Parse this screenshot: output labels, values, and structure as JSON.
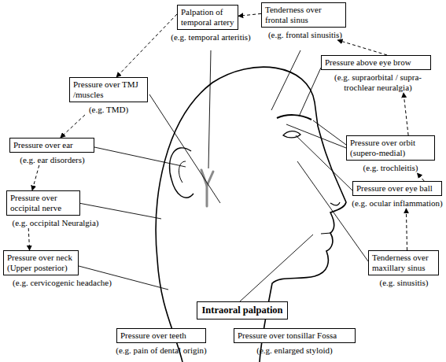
{
  "diagram": {
    "nodes": [
      {
        "text": [
          "Palpation of temporal artery",
          "(e.g. temporal arteritis)"
        ]
      },
      {
        "text": [
          "Tenderness over frontal sinus",
          "(e.g. frontal sinusitis)"
        ]
      },
      {
        "text": [
          "Pressure above eye brow",
          "(e.g. supraorbital / supra-trochlear neuralgia)"
        ]
      },
      {
        "text": [
          "Pressure over TMJ /muscles",
          "(e.g. TMD)"
        ]
      },
      {
        "text": [
          "Pressure over orbit (supero-medial)",
          "(e.g. trochleitis)"
        ]
      },
      {
        "text": [
          "Pressure over ear",
          "(e.g. ear disorders)"
        ]
      },
      {
        "text": [
          "Pressure over eye ball",
          "(e.g. ocular inflammation)"
        ]
      },
      {
        "text": [
          "Pressure over occipital nerve",
          "(e.g. occipital Neuralgia)"
        ]
      },
      {
        "text": [
          "Pressure over neck (Upper posterior)",
          "(e.g. cervicogenic headache)"
        ]
      },
      {
        "text": [
          "Tenderness over maxillary sinus",
          "(e.g. sinusitis)"
        ]
      },
      {
        "text": [
          "Intraoral palpation"
        ]
      },
      {
        "text": [
          "Pressure over teeth",
          "(e.g. pain of dental origin)"
        ]
      },
      {
        "text": [
          "Pressure over tonsillar Fossa",
          "(e.g. enlarged styloid)"
        ]
      }
    ],
    "edges": [
      {
        "from": 1,
        "to": 0,
        "arrow": "to"
      },
      {
        "from": 2,
        "to": 1,
        "arrow": "to"
      },
      {
        "from": 4,
        "to": 2,
        "arrow": "to"
      },
      {
        "from": 6,
        "to": 4,
        "arrow": "to"
      },
      {
        "from": 9,
        "to": 6,
        "arrow": "to"
      },
      {
        "from": 0,
        "to": 3,
        "arrow": "to"
      },
      {
        "from": 3,
        "to": 5,
        "arrow": "to"
      },
      {
        "from": 5,
        "to": 7,
        "arrow": "to"
      },
      {
        "from": 7,
        "to": 8,
        "arrow": "to"
      }
    ]
  }
}
